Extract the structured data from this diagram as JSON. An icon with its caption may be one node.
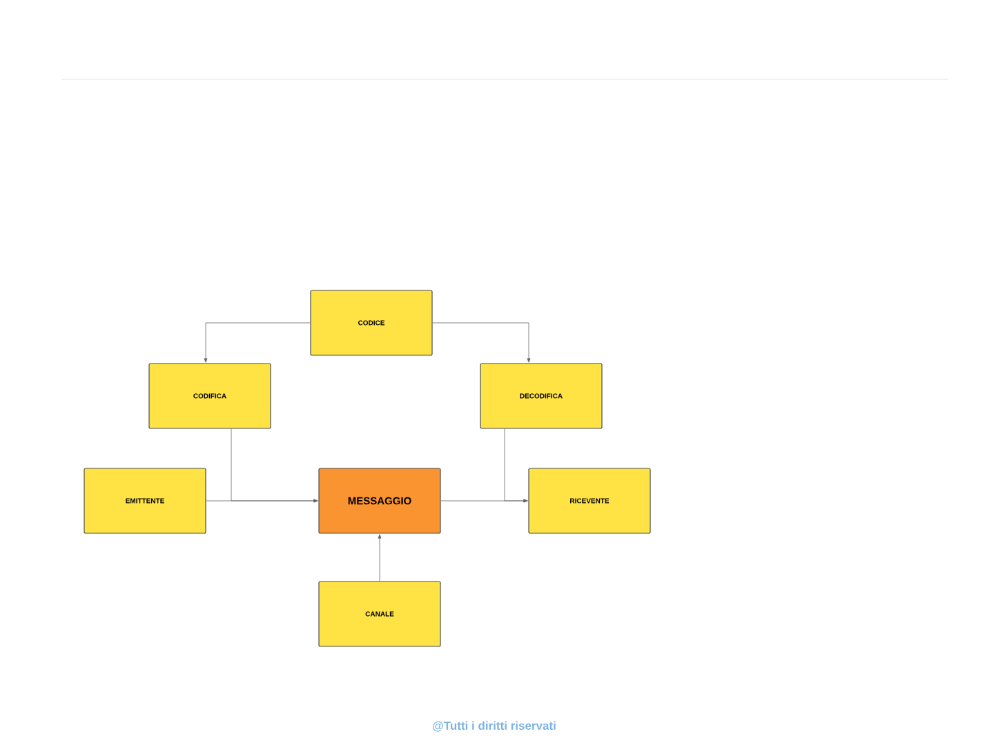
{
  "diagram": {
    "nodes": [
      {
        "text": [
          "CODICE"
        ]
      },
      {
        "text": [
          "CODIFICA"
        ]
      },
      {
        "text": [
          "DECODIFICA"
        ]
      },
      {
        "text": [
          "EMITTENTE"
        ]
      },
      {
        "text": [
          "MESSAGGIO"
        ]
      },
      {
        "text": [
          "RICEVENTE"
        ]
      },
      {
        "text": [
          "CANALE"
        ]
      }
    ],
    "edges": [
      {
        "from": 0,
        "to": 1,
        "arrow": "to"
      },
      {
        "from": 0,
        "to": 2,
        "arrow": "to"
      },
      {
        "from": 1,
        "to": 4,
        "arrow": "to"
      },
      {
        "from": 3,
        "to": 4,
        "arrow": "to"
      },
      {
        "from": 2,
        "to": 5,
        "arrow": "to"
      },
      {
        "from": 4,
        "to": 5,
        "arrow": "to"
      },
      {
        "from": 6,
        "to": 4,
        "arrow": "to"
      }
    ],
    "labels": [
      "@Tutti i diritti riservati"
    ]
  }
}
